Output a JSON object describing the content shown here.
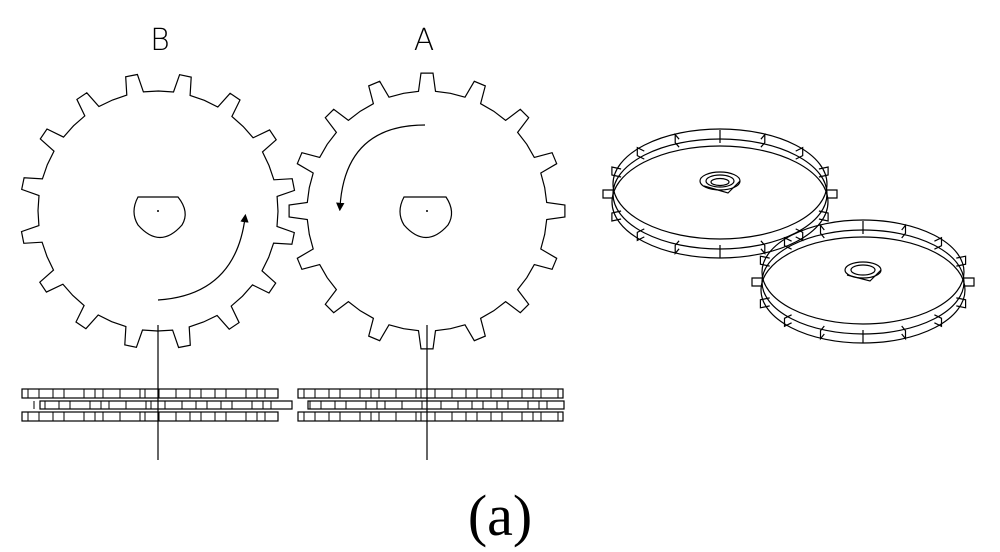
{
  "figure": {
    "caption": "(a)",
    "gear_labels": {
      "left": "B",
      "right": "A"
    }
  },
  "colors": {
    "line": "#000000",
    "background": "#ffffff"
  },
  "gears": {
    "left_tooth_count": 16,
    "right_tooth_count": 16
  },
  "rotation_arrows": {
    "gear_b": "counterclockwise",
    "gear_a": "counterclockwise"
  }
}
